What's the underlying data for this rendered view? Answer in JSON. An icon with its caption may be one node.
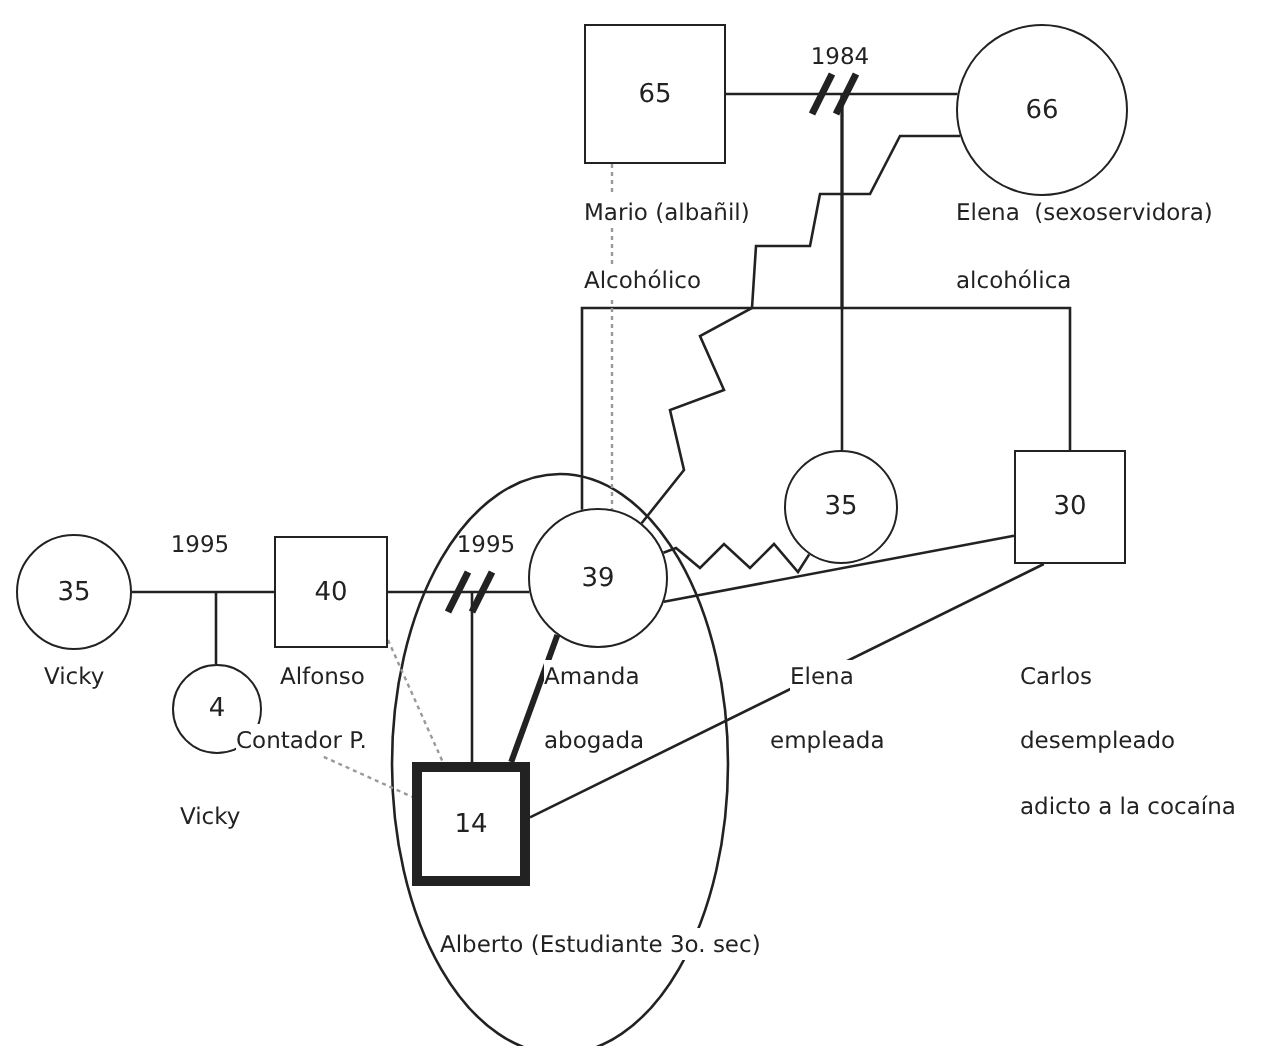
{
  "diagram": {
    "nodes": [
      {
        "text": [
          "65"
        ],
        "beside": [
          "Mario (albañil)",
          "Alcohólico"
        ]
      },
      {
        "text": [
          "66"
        ],
        "beside": [
          "Elena  (sexoservidora)",
          "alcohólica"
        ]
      },
      {
        "text": [
          "35"
        ],
        "beside": [
          "Vicky"
        ]
      },
      {
        "text": [
          "40"
        ],
        "beside": [
          "Alfonso"
        ]
      },
      {
        "text": [
          "39"
        ],
        "beside": [
          "Amanda"
        ]
      },
      {
        "text": [
          "35"
        ],
        "beside": [
          "Elena",
          "empleada"
        ]
      },
      {
        "text": [
          "30"
        ],
        "beside": [
          "Carlos",
          "desempleado",
          "adicto a la cocaína"
        ]
      },
      {
        "text": [
          "4"
        ],
        "beside": [
          "Vicky"
        ]
      },
      {
        "text": [
          "14"
        ],
        "beside": [
          "Alberto (Estudiante 3o. sec)"
        ]
      }
    ],
    "edges": [
      {
        "from": 0,
        "to": 1,
        "arrow": "none",
        "label": "1984"
      },
      {
        "from": null,
        "to": 5,
        "arrow": "none"
      },
      {
        "from": null,
        "to": 4,
        "arrow": "none"
      },
      {
        "from": null,
        "to": 6,
        "arrow": "none"
      },
      {
        "from": 0,
        "to": 4,
        "arrow": "none",
        "style": "dashed",
        "color": "#999999"
      },
      {
        "from": 1,
        "to": 4,
        "arrow": "none"
      },
      {
        "from": 4,
        "to": 5,
        "arrow": "none"
      },
      {
        "from": 4,
        "to": 6,
        "arrow": "none"
      },
      {
        "from": 8,
        "to": 6,
        "arrow": "none"
      },
      {
        "from": 8,
        "to": 4,
        "arrow": "none",
        "style": "thick"
      },
      {
        "from": null,
        "to": 8,
        "arrow": "none"
      },
      {
        "from": 3,
        "to": 8,
        "arrow": "none",
        "style": "dashed",
        "color": "#999999"
      },
      {
        "from": 7,
        "to": 8,
        "arrow": "none",
        "style": "dashed",
        "color": "#999999"
      },
      {
        "from": 2,
        "to": 3,
        "arrow": "none",
        "label": "1995"
      },
      {
        "from": 3,
        "to": 4,
        "arrow": "none",
        "label": "1995"
      },
      {
        "from": null,
        "to": 7,
        "arrow": "none"
      }
    ],
    "labels": [
      "Contador P.",
      "abogada"
    ]
  }
}
